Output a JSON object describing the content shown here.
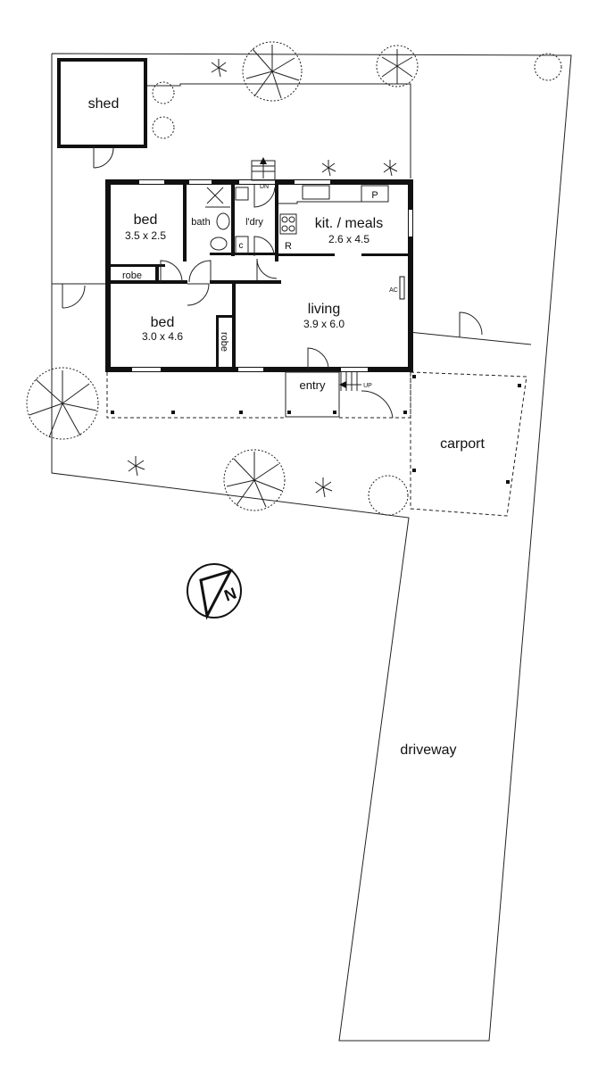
{
  "plan": {
    "shed": "shed",
    "bed1": {
      "name": "bed",
      "size": "3.5 x 2.5"
    },
    "bath": "bath",
    "laundry": "l'dry",
    "cupboard": "c",
    "kitchen": {
      "name": "kit. / meals",
      "size": "2.6 x 4.5"
    },
    "pantry": "P",
    "fridge": "R",
    "robe1": "robe",
    "robe2": "robe",
    "bed2": {
      "name": "bed",
      "size": "3.0 x 4.6"
    },
    "living": {
      "name": "living",
      "size": "3.9 x 6.0"
    },
    "ac": "AC",
    "entry": "entry",
    "up": "UP",
    "down": "DN",
    "carport": "carport",
    "driveway": "driveway",
    "north": "N"
  }
}
